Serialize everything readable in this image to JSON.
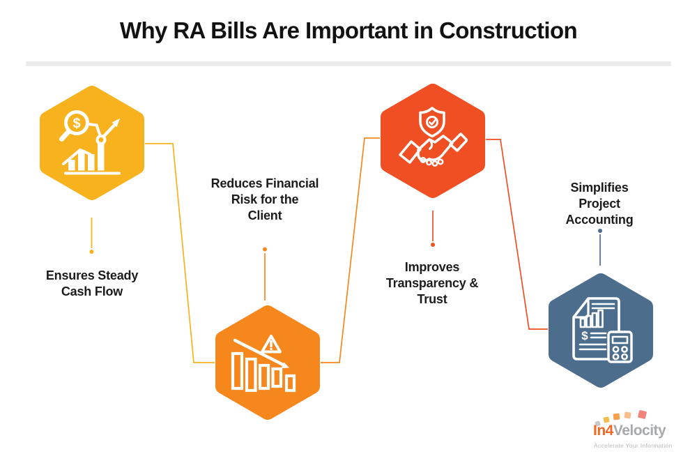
{
  "title": "Why RA Bills Are Important in Construction",
  "items": [
    {
      "id": "cash-flow",
      "label": "Ensures Steady\nCash Flow",
      "icon": "magnifier-growth-chart-icon",
      "color": "#F7B21E"
    },
    {
      "id": "risk",
      "label": "Reduces Financial\nRisk for the\nClient",
      "icon": "declining-bars-warning-icon",
      "color": "#F6871D"
    },
    {
      "id": "transparency",
      "label": "Improves\nTransparency &\nTrust",
      "icon": "handshake-shield-icon",
      "color": "#F04E23"
    },
    {
      "id": "accounting",
      "label": "Simplifies Project\nAccounting",
      "icon": "invoice-calculator-icon",
      "color": "#4D6D8C"
    }
  ],
  "logo": {
    "brand_prefix": "In4",
    "brand_suffix": "Velocity",
    "tagline": "Accelerate Your Information",
    "brand_prefix_color": "#F26722",
    "brand_suffix_color": "#A7A9AC",
    "tagline_color": "#B9BBBD",
    "squares": [
      "#C7C8CA",
      "#F3BE4F",
      "#F5A04E",
      "#F7BD8D",
      "#F2837A"
    ]
  },
  "colors": {
    "background": "#FFFFFF",
    "title_text": "#121212",
    "label_text": "#1C1C1C",
    "divider": "#EBEBEB",
    "icon_stroke": "#FFFFFF"
  }
}
